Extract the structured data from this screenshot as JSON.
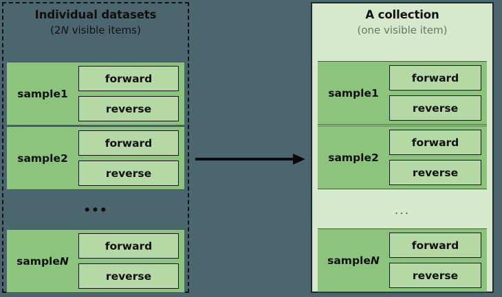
{
  "figure": {
    "background_color": "#4c6670",
    "arrow_label": "transforms-into"
  },
  "left_panel": {
    "title": "Individual datasets",
    "subtitle_prefix": "(2",
    "subtitle_italic": "N",
    "subtitle_suffix": " visible items)",
    "border_style": "dashed",
    "border_color": "#101010",
    "background_color": "#4c6670",
    "ellipsis": "•••",
    "samples": [
      {
        "label_prefix": "sample ",
        "label_value": "1",
        "label_italic": "",
        "reads": [
          "forward",
          "reverse"
        ]
      },
      {
        "label_prefix": "sample ",
        "label_value": "2",
        "label_italic": "",
        "reads": [
          "forward",
          "reverse"
        ]
      },
      {
        "label_prefix": "sample ",
        "label_value": "",
        "label_italic": "N",
        "reads": [
          "forward",
          "reverse"
        ]
      }
    ]
  },
  "right_panel": {
    "title": "A collection",
    "subtitle": "(one visible item)",
    "border_style": "solid",
    "border_color": "#1c2a2e",
    "background_color": "#d6e9cd",
    "ellipsis": "...",
    "samples": [
      {
        "label_prefix": "sample ",
        "label_value": "1",
        "label_italic": "",
        "reads": [
          "forward",
          "reverse"
        ]
      },
      {
        "label_prefix": "sample ",
        "label_value": "2",
        "label_italic": "",
        "reads": [
          "forward",
          "reverse"
        ]
      },
      {
        "label_prefix": "sample ",
        "label_value": "",
        "label_italic": "N",
        "reads": [
          "forward",
          "reverse"
        ]
      }
    ]
  },
  "colors": {
    "slate_background": "#4c6670",
    "sample_green": "#8cc47e",
    "read_green": "#b5d9a5",
    "collection_green": "#d6e9cd",
    "outline_black": "#101010"
  }
}
